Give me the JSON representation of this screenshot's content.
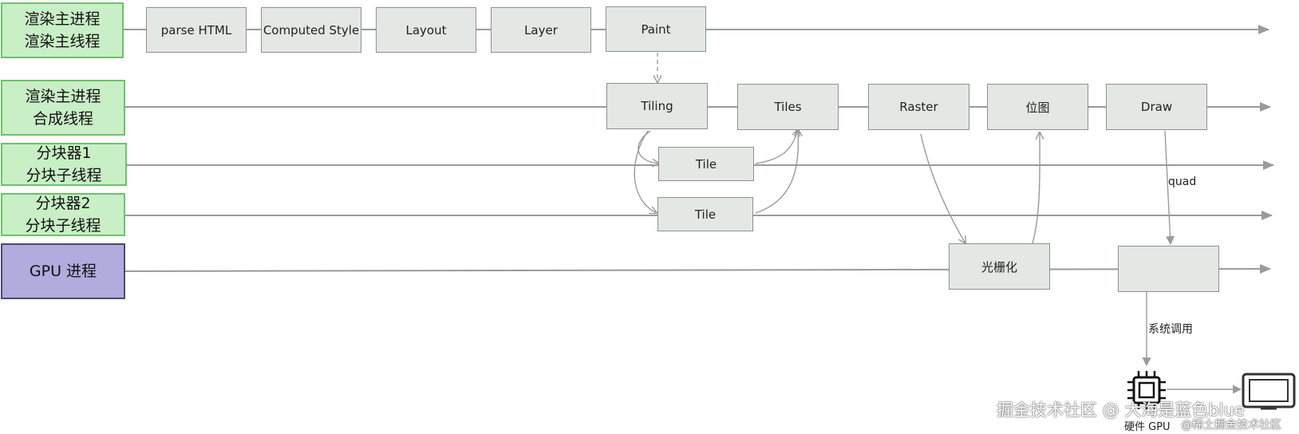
{
  "lanes": [
    {
      "line1": "渲染主进程",
      "line2": "渲染主线程"
    },
    {
      "line1": "渲染主进程",
      "line2": "合成线程"
    },
    {
      "line1": "分块器1",
      "line2": "分块子线程"
    },
    {
      "line1": "分块器2",
      "line2": "分块子线程"
    },
    {
      "line1": "GPU 进程",
      "line2": ""
    }
  ],
  "stages": {
    "parse_html": "parse HTML",
    "computed_style": "Computed Style",
    "layout": "Layout",
    "layer": "Layer",
    "paint": "Paint",
    "tiling": "Tiling",
    "tiles": "Tiles",
    "raster": "Raster",
    "bitmap": "位图",
    "draw": "Draw",
    "tile_1": "Tile",
    "tile_2": "Tile",
    "rasterize": "光栅化",
    "gpu_output": ""
  },
  "edge_labels": {
    "quad": "quad",
    "system_call": "系统调用"
  },
  "hardware": {
    "gpu_label": "硬件 GPU",
    "chip_icon": "cpu-chip-icon",
    "monitor_icon": "monitor-icon"
  },
  "watermark": {
    "main": "掘金技术社区 @ 大海是蓝色blue",
    "secondary": "@稀土掘金技术社区"
  },
  "colors": {
    "lane_green_fill": "#c9efc6",
    "lane_green_border": "#6cc26a",
    "lane_purple_fill": "#b1abde",
    "stage_fill": "#e3e8e4",
    "line": "#9a9a9a"
  }
}
